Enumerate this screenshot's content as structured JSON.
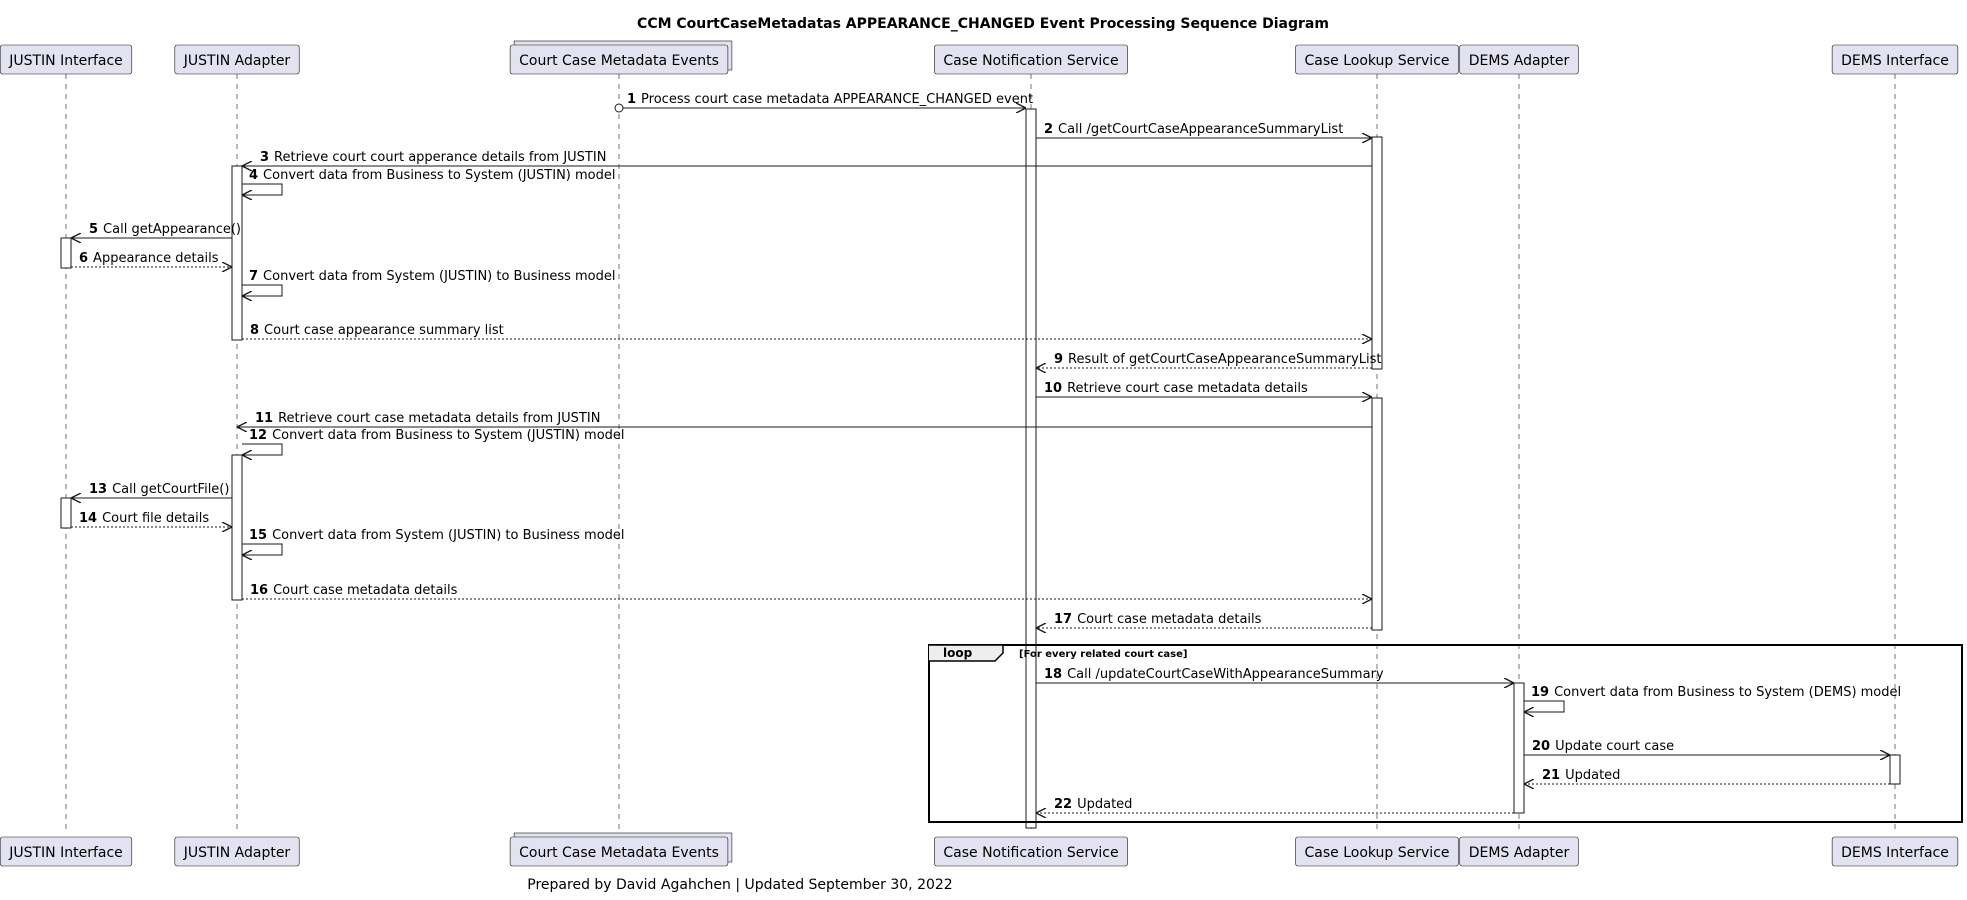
{
  "title": "CCM CourtCaseMetadatas APPEARANCE_CHANGED Event Processing Sequence Diagram",
  "footer": "Prepared by David Agahchen | Updated September 30, 2022",
  "participants": [
    {
      "id": "ji",
      "name": "JUSTIN Interface",
      "kind": "participant"
    },
    {
      "id": "ja",
      "name": "JUSTIN Adapter",
      "kind": "participant"
    },
    {
      "id": "ev",
      "name": "Court Case Metadata Events",
      "kind": "queue"
    },
    {
      "id": "cn",
      "name": "Case Notification Service",
      "kind": "participant"
    },
    {
      "id": "cl",
      "name": "Case Lookup Service",
      "kind": "participant"
    },
    {
      "id": "da",
      "name": "DEMS Adapter",
      "kind": "participant"
    },
    {
      "id": "di",
      "name": "DEMS Interface",
      "kind": "participant"
    }
  ],
  "messages": [
    {
      "n": "1",
      "text": "Process court case metadata APPEARANCE_CHANGED event",
      "from": "ev",
      "to": "cn",
      "style": "solid",
      "start": "circle"
    },
    {
      "n": "2",
      "text": "Call /getCourtCaseAppearanceSummaryList",
      "from": "cn",
      "to": "cl",
      "style": "solid"
    },
    {
      "n": "3",
      "text": "Retrieve court court apperance details from JUSTIN",
      "from": "cl",
      "to": "ja",
      "style": "solid"
    },
    {
      "n": "4",
      "text": "Convert data from Business to System (JUSTIN) model",
      "from": "ja",
      "to": "ja",
      "style": "self"
    },
    {
      "n": "5",
      "text": "Call getAppearance()",
      "from": "ja",
      "to": "ji",
      "style": "solid"
    },
    {
      "n": "6",
      "text": "Appearance details",
      "from": "ji",
      "to": "ja",
      "style": "dashed"
    },
    {
      "n": "7",
      "text": "Convert data from System (JUSTIN) to Business model",
      "from": "ja",
      "to": "ja",
      "style": "self"
    },
    {
      "n": "8",
      "text": "Court case appearance summary list",
      "from": "ja",
      "to": "cl",
      "style": "dashed"
    },
    {
      "n": "9",
      "text": "Result of getCourtCaseAppearanceSummaryList",
      "from": "cl",
      "to": "cn",
      "style": "dashed"
    },
    {
      "n": "10",
      "text": "Retrieve court case metadata details",
      "from": "cn",
      "to": "cl",
      "style": "solid"
    },
    {
      "n": "11",
      "text": "Retrieve court case metadata details from JUSTIN",
      "from": "cl",
      "to": "ja",
      "style": "solid"
    },
    {
      "n": "12",
      "text": "Convert data from Business to System (JUSTIN) model",
      "from": "ja",
      "to": "ja",
      "style": "self"
    },
    {
      "n": "13",
      "text": "Call getCourtFile()",
      "from": "ja",
      "to": "ji",
      "style": "solid"
    },
    {
      "n": "14",
      "text": "Court file details",
      "from": "ji",
      "to": "ja",
      "style": "dashed"
    },
    {
      "n": "15",
      "text": "Convert data from System (JUSTIN) to Business model",
      "from": "ja",
      "to": "ja",
      "style": "self"
    },
    {
      "n": "16",
      "text": "Court case metadata details",
      "from": "ja",
      "to": "cl",
      "style": "dashed"
    },
    {
      "n": "17",
      "text": "Court case metadata details",
      "from": "cl",
      "to": "cn",
      "style": "dashed"
    },
    {
      "n": "18",
      "text": "Call /updateCourtCaseWithAppearanceSummary",
      "from": "cn",
      "to": "da",
      "style": "solid"
    },
    {
      "n": "19",
      "text": "Convert data from Business to System (DEMS) model",
      "from": "da",
      "to": "da",
      "style": "self"
    },
    {
      "n": "20",
      "text": "Update court case",
      "from": "da",
      "to": "di",
      "style": "solid"
    },
    {
      "n": "21",
      "text": "Updated",
      "from": "di",
      "to": "da",
      "style": "dashed"
    },
    {
      "n": "22",
      "text": "Updated",
      "from": "da",
      "to": "cn",
      "style": "dashed"
    }
  ],
  "loop": {
    "label": "loop",
    "guard": "[For every related court case]",
    "first_message": "18",
    "last_message": "22"
  }
}
